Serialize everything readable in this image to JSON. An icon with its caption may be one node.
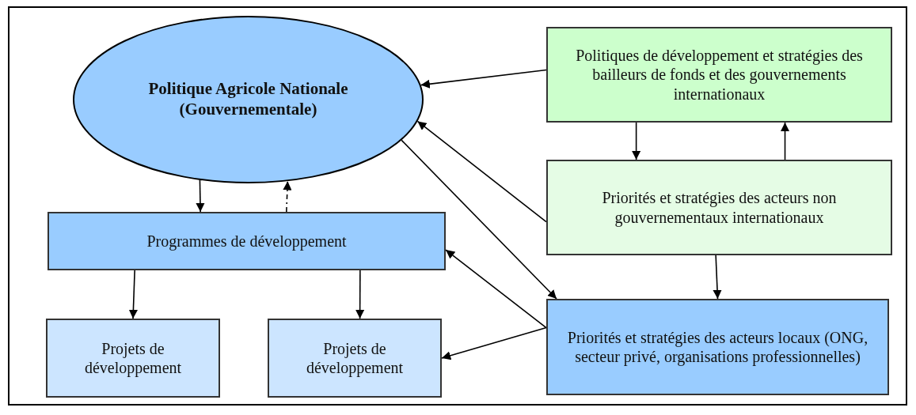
{
  "diagram": {
    "nodes": [
      {
        "text": [
          "Politique Agricole Nationale (Gouvernementale)"
        ]
      },
      {
        "text": [
          "Politiques de développement et stratégies des bailleurs de fonds et des gouvernements internationaux"
        ]
      },
      {
        "text": [
          "Priorités et stratégies des acteurs non gouvernementaux internationaux"
        ]
      },
      {
        "text": [
          "Programmes de développement"
        ]
      },
      {
        "text": [
          "Projets de développement"
        ]
      },
      {
        "text": [
          "Projets de développement"
        ]
      },
      {
        "text": [
          "Priorités et stratégies des acteurs locaux (ONG, secteur privé, organisations professionnelles)"
        ]
      }
    ],
    "edges": [
      {
        "from": 1,
        "to": 0,
        "arrow": "to"
      },
      {
        "from": 1,
        "to": 2,
        "arrow": "to"
      },
      {
        "from": 2,
        "to": 1,
        "arrow": "to"
      },
      {
        "from": 2,
        "to": 0,
        "arrow": "to"
      },
      {
        "from": 0,
        "to": 6,
        "arrow": "to"
      },
      {
        "from": 2,
        "to": 6,
        "arrow": "to"
      },
      {
        "from": 0,
        "to": 3,
        "arrow": "to"
      },
      {
        "from": 3,
        "to": 0,
        "arrow": "to",
        "style": "dashed"
      },
      {
        "from": 3,
        "to": 4,
        "arrow": "to"
      },
      {
        "from": 3,
        "to": 5,
        "arrow": "to"
      },
      {
        "from": 6,
        "to": 3,
        "arrow": "to"
      },
      {
        "from": 6,
        "to": 5,
        "arrow": "to"
      }
    ]
  }
}
